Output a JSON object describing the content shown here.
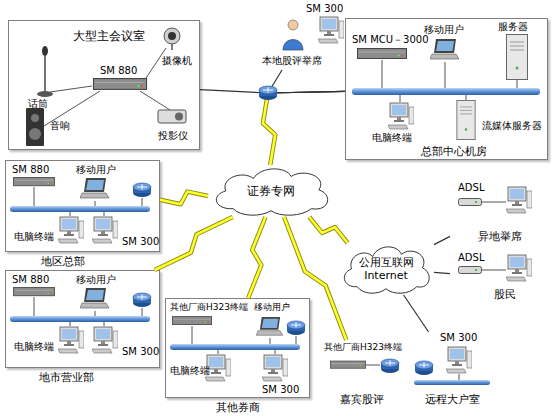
{
  "diagram": {
    "nodes": [
      {
        "text": [
          "大型主会议室"
        ]
      },
      {
        "text": [
          "本地股评举席"
        ]
      },
      {
        "text": [
          "总部中心机房"
        ]
      },
      {
        "text": [
          "证券专网"
        ]
      },
      {
        "text": [
          "地区总部"
        ]
      },
      {
        "text": [
          "公用互联网 Internet"
        ]
      },
      {
        "text": [
          "异地举席"
        ]
      },
      {
        "text": [
          "股民"
        ]
      },
      {
        "text": [
          "地市营业部"
        ]
      },
      {
        "text": [
          "其他券商"
        ]
      },
      {
        "text": [
          "嘉宾股评"
        ]
      },
      {
        "text": [
          "远程大户室"
        ]
      }
    ],
    "edges": [
      {
        "from": 0,
        "to": 2,
        "arrow": "none"
      },
      {
        "from": 1,
        "to": 2,
        "arrow": "none"
      },
      {
        "from": 2,
        "to": 3,
        "arrow": "none"
      },
      {
        "from": 4,
        "to": 3,
        "arrow": "none"
      },
      {
        "from": 8,
        "to": 3,
        "arrow": "none"
      },
      {
        "from": 9,
        "to": 3,
        "arrow": "none"
      },
      {
        "from": 3,
        "to": 5,
        "arrow": "none"
      },
      {
        "from": 3,
        "to": 10,
        "arrow": "none"
      },
      {
        "from": 5,
        "to": 11,
        "arrow": "none"
      },
      {
        "from": 5,
        "to": 6,
        "arrow": "none"
      },
      {
        "from": 5,
        "to": 7,
        "arrow": "none"
      }
    ],
    "labels": [
      "SM 880",
      "话筒",
      "摄像机",
      "音响",
      "投影仪",
      "SM 300",
      "SM MCU－3000",
      "移动用户",
      "服务器",
      "电脑终端",
      "流媒体服务器",
      "SM 880",
      "移动用户",
      "电脑终端",
      "SM 300",
      "ADSL",
      "ADSL",
      "SM 880",
      "移动用户",
      "电脑终端",
      "SM 300",
      "其他厂商H323终端",
      "移动用户",
      "电脑终端",
      "SM 300",
      "其他厂商H323终端",
      "SM 300"
    ]
  }
}
